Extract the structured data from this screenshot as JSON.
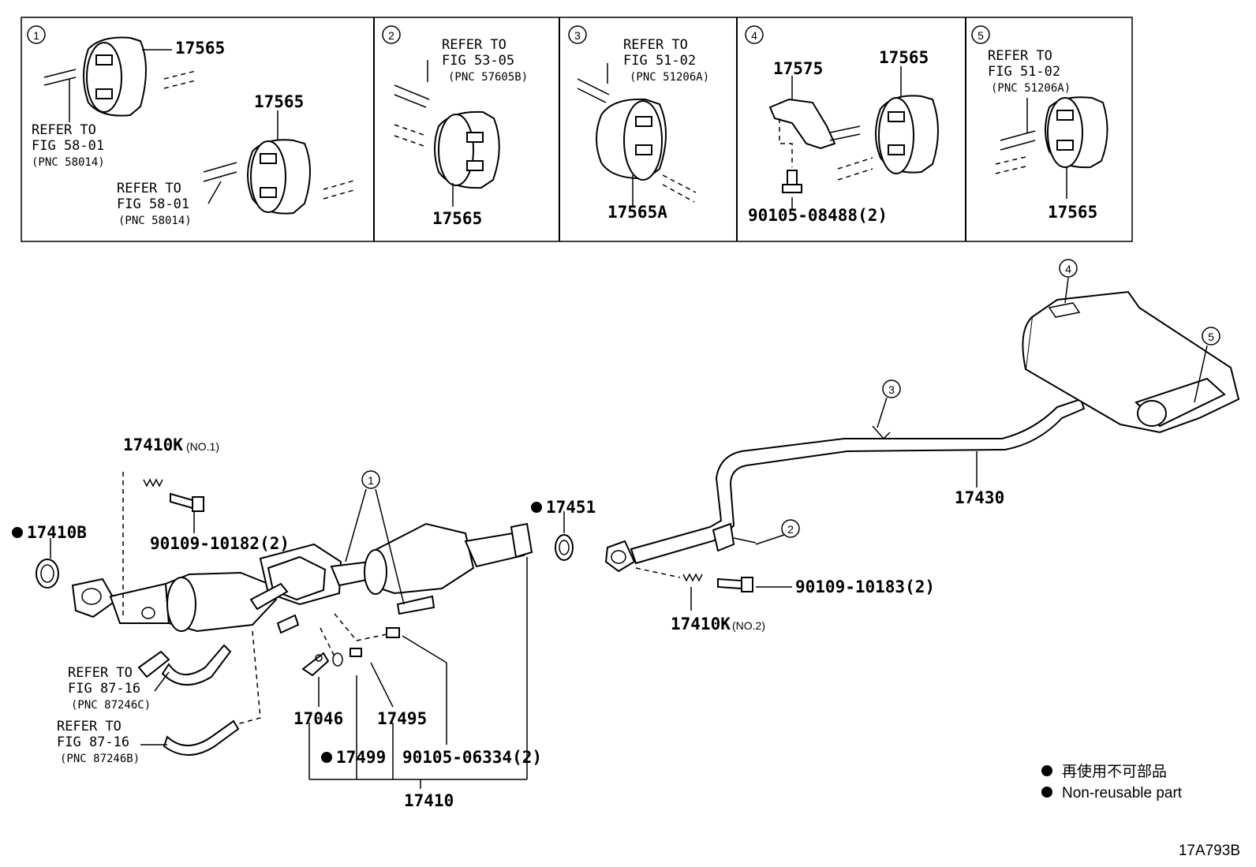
{
  "insets": [
    {
      "num": "1",
      "labels": [
        "17565",
        "17565"
      ],
      "refs": [
        {
          "l1": "REFER TO",
          "l2": "FIG 58-01",
          "l3": "(PNC 58014)"
        },
        {
          "l1": "REFER TO",
          "l2": "FIG 58-01",
          "l3": "(PNC 58014)"
        }
      ]
    },
    {
      "num": "2",
      "labels": [
        "17565"
      ],
      "refs": [
        {
          "l1": "REFER TO",
          "l2": "FIG 53-05",
          "l3": "(PNC 57605B)"
        }
      ]
    },
    {
      "num": "3",
      "labels": [
        "17565A"
      ],
      "refs": [
        {
          "l1": "REFER TO",
          "l2": "FIG 51-02",
          "l3": "(PNC 51206A)"
        }
      ]
    },
    {
      "num": "4",
      "labels": [
        "17575",
        "17565",
        "90105-08488(2)"
      ],
      "refs": []
    },
    {
      "num": "5",
      "labels": [
        "17565"
      ],
      "refs": [
        {
          "l1": "REFER TO",
          "l2": "FIG 51-02",
          "l3": "(PNC 51206A)"
        }
      ]
    }
  ],
  "main": {
    "callouts": [
      "1",
      "2",
      "3",
      "4",
      "5"
    ],
    "parts": {
      "p17410K_1": "17410K",
      "p17410K_1_note": "(NO.1)",
      "p17410B": "17410B",
      "p90109_10182": "90109-10182(2)",
      "p17451": "17451",
      "p90109_10183": "90109-10183(2)",
      "p17410K_2": "17410K",
      "p17410K_2_note": "(NO.2)",
      "p17430": "17430",
      "p17046": "17046",
      "p17495": "17495",
      "p17499": "17499",
      "p90105_06334": "90105-06334(2)",
      "p17410": "17410"
    },
    "refs": [
      {
        "l1": "REFER TO",
        "l2": "FIG 87-16",
        "l3": "(PNC 87246C)"
      },
      {
        "l1": "REFER TO",
        "l2": "FIG 87-16",
        "l3": "(PNC 87246B)"
      }
    ]
  },
  "legend": {
    "cn": "再使用不可部品",
    "en": "Non-reusable part"
  },
  "figure_id": "17A793B"
}
